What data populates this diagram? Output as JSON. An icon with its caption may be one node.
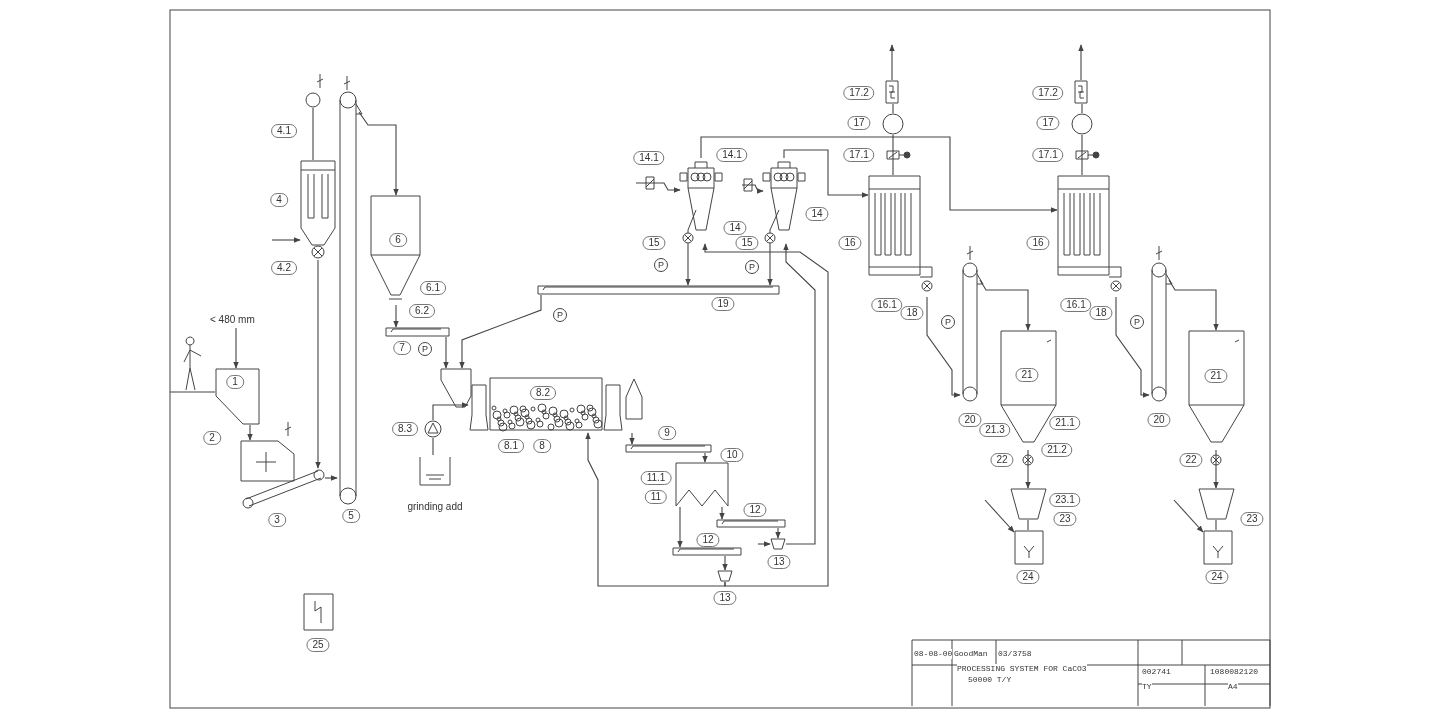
{
  "diagram": {
    "nodes": [
      {
        "text": [
          "< 480 mm"
        ]
      },
      {
        "text": [],
        "shape": "box"
      },
      {
        "text": [],
        "shape": "box"
      },
      {
        "text": [],
        "shape": "bar"
      },
      {
        "text": [],
        "shape": "box"
      },
      {
        "text": [],
        "shape": "circle"
      },
      {
        "text": [],
        "shape": "bar"
      },
      {
        "text": [],
        "shape": "box"
      },
      {
        "text": [],
        "shape": "bar"
      },
      {
        "text": [],
        "shape": "funnel"
      },
      {
        "text": [],
        "shape": "cylinder"
      },
      {
        "text": [],
        "shape": "circle"
      },
      {
        "text": [
          "grinding add"
        ]
      },
      {
        "text": [],
        "shape": "bar"
      },
      {
        "text": [],
        "shape": "box"
      },
      {
        "text": [],
        "shape": "bar"
      },
      {
        "text": [],
        "shape": "bar"
      },
      {
        "text": [],
        "shape": "funnel"
      },
      {
        "text": [],
        "shape": "funnel"
      },
      {
        "text": [],
        "shape": "bar"
      },
      {
        "text": [],
        "shape": "box"
      },
      {
        "text": [],
        "shape": "box"
      },
      {
        "text": [],
        "shape": "box"
      },
      {
        "text": [],
        "shape": "circle"
      },
      {
        "text": [],
        "shape": "box"
      },
      {
        "text": [],
        "shape": "box"
      },
      {
        "text": [],
        "shape": "circle"
      },
      {
        "text": [],
        "shape": "box"
      },
      {
        "text": [],
        "shape": "bar"
      },
      {
        "text": [],
        "shape": "box"
      },
      {
        "text": [],
        "shape": "funnel"
      },
      {
        "text": [],
        "shape": "box"
      },
      {
        "text": [],
        "shape": "bar"
      },
      {
        "text": [],
        "shape": "box"
      },
      {
        "text": [],
        "shape": "funnel"
      },
      {
        "text": [],
        "shape": "box"
      },
      {
        "text": [],
        "shape": "box"
      }
    ],
    "edges": [
      {
        "from": 0,
        "to": 1,
        "arrow": "to"
      },
      {
        "from": 1,
        "to": 2,
        "arrow": "to"
      },
      {
        "from": 3,
        "to": 6,
        "arrow": "to"
      },
      {
        "from": 4,
        "to": 3,
        "arrow": "to"
      },
      {
        "from": 5,
        "to": 4,
        "arrow": "none"
      },
      {
        "from": null,
        "to": 4,
        "arrow": "to"
      },
      {
        "from": 6,
        "to": 7,
        "arrow": "to"
      },
      {
        "from": 7,
        "to": 8,
        "arrow": "to"
      },
      {
        "from": 8,
        "to": 9,
        "arrow": "to"
      },
      {
        "from": 19,
        "to": 9,
        "arrow": "to"
      },
      {
        "from": 12,
        "to": 11,
        "arrow": "none"
      },
      {
        "from": 11,
        "to": 10,
        "arrow": "to"
      },
      {
        "from": 10,
        "to": 13,
        "arrow": "to"
      },
      {
        "from": 13,
        "to": 14,
        "arrow": "to"
      },
      {
        "from": 14,
        "to": 15,
        "arrow": "to"
      },
      {
        "from": 14,
        "to": 16,
        "arrow": "to"
      },
      {
        "from": 15,
        "to": 17,
        "arrow": "to"
      },
      {
        "from": 16,
        "to": 18,
        "arrow": "to"
      },
      {
        "from": 18,
        "to": 10,
        "arrow": "to"
      },
      {
        "from": 18,
        "to": 20,
        "arrow": "to"
      },
      {
        "from": null,
        "to": 17,
        "arrow": "to"
      },
      {
        "from": 17,
        "to": 21,
        "arrow": "to"
      },
      {
        "from": 20,
        "to": 19,
        "arrow": "to"
      },
      {
        "from": 21,
        "to": 19,
        "arrow": "to"
      },
      {
        "from": 21,
        "to": 22,
        "arrow": "to"
      },
      {
        "from": 20,
        "to": 25,
        "arrow": "to"
      },
      {
        "from": 22,
        "to": 23,
        "arrow": "none"
      },
      {
        "from": 23,
        "to": 24,
        "arrow": "none"
      },
      {
        "from": 24,
        "to": null,
        "arrow": "to"
      },
      {
        "from": 25,
        "to": 26,
        "arrow": "none"
      },
      {
        "from": 26,
        "to": 27,
        "arrow": "none"
      },
      {
        "from": 27,
        "to": null,
        "arrow": "to"
      },
      {
        "from": 22,
        "to": 28,
        "arrow": "to"
      },
      {
        "from": 28,
        "to": 29,
        "arrow": "to"
      },
      {
        "from": 29,
        "to": 30,
        "arrow": "to"
      },
      {
        "from": 30,
        "to": 31,
        "arrow": "none"
      },
      {
        "from": null,
        "to": 31,
        "arrow": "to"
      },
      {
        "from": 25,
        "to": 32,
        "arrow": "to"
      },
      {
        "from": 32,
        "to": 33,
        "arrow": "to"
      },
      {
        "from": 33,
        "to": 34,
        "arrow": "to"
      },
      {
        "from": 34,
        "to": 35,
        "arrow": "none"
      },
      {
        "from": null,
        "to": 35,
        "arrow": "to"
      },
      {
        "from": null,
        "to": 20,
        "arrow": "to"
      },
      {
        "from": null,
        "to": 21,
        "arrow": "to"
      }
    ],
    "labels": [
      "4.1",
      "4",
      "4.2",
      "6",
      "6.1",
      "6.2",
      "7",
      "P",
      "1",
      "2",
      "3",
      "5",
      "8.3",
      "8.2",
      "8.1",
      "8",
      "P",
      "9",
      "10",
      "11.1",
      "11",
      "12",
      "12",
      "13",
      "13",
      "14.1",
      "14",
      "15",
      "P",
      "14.1",
      "14",
      "15",
      "P",
      "19",
      "17.2",
      "17",
      "17.1",
      "16",
      "16.1",
      "18",
      "P",
      "17.2",
      "17",
      "17.1",
      "16",
      "16.1",
      "18",
      "P",
      "20",
      "21",
      "21.3",
      "21.1",
      "22",
      "21.2",
      "23.1",
      "23",
      "24",
      "20",
      "21",
      "22",
      "23",
      "24",
      "25",
      "08-08-00",
      "GoodMan",
      "03/3758",
      "PROCESSING SYSTEM FOR CaCO3",
      "50000 T/Y",
      "002741",
      "TY",
      "1080082120",
      "A4"
    ]
  }
}
